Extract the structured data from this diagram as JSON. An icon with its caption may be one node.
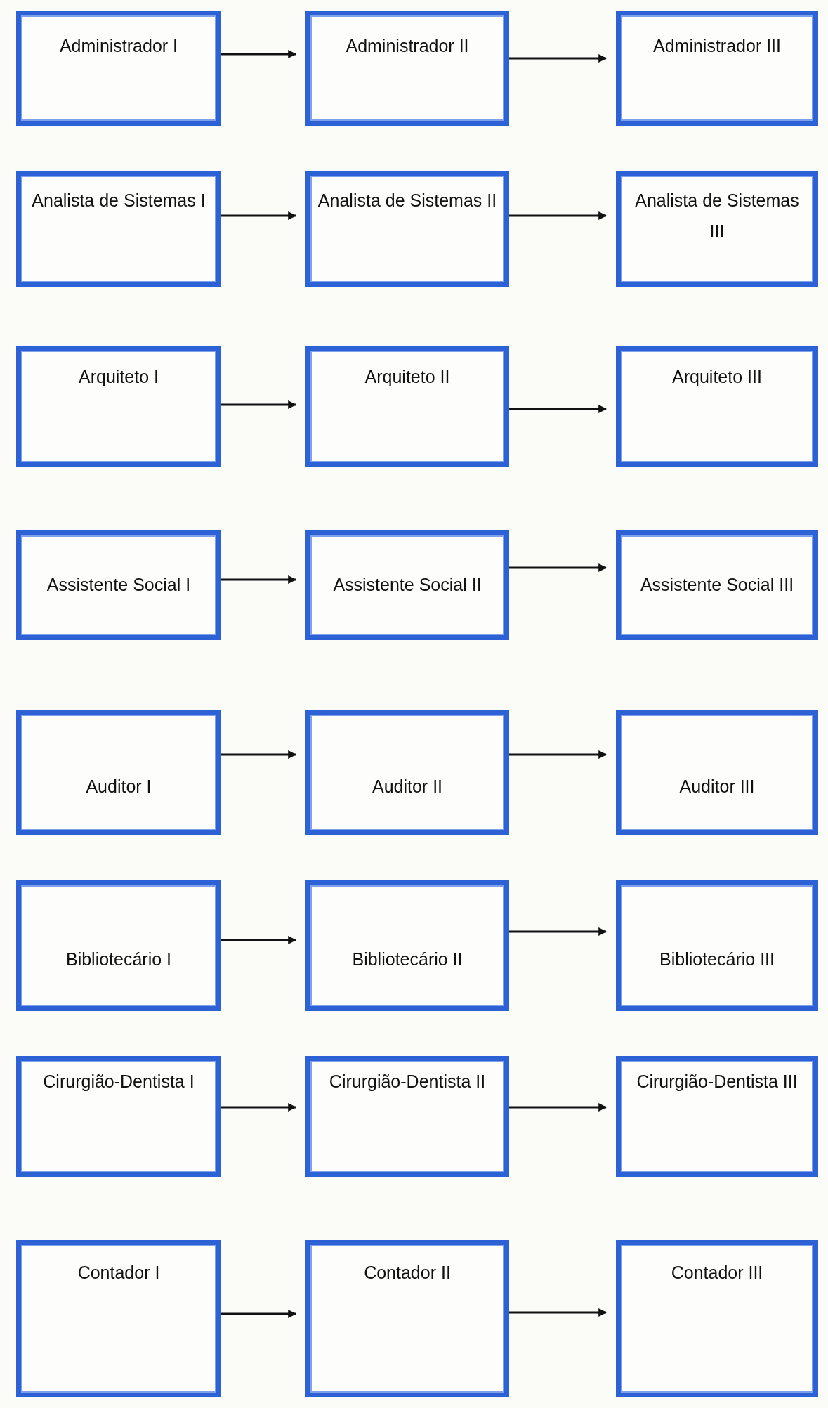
{
  "diagram": {
    "nodes": [
      {
        "text": [
          "Administrador I"
        ]
      },
      {
        "text": [
          "Administrador II"
        ]
      },
      {
        "text": [
          "Administrador III"
        ]
      },
      {
        "text": [
          "Analista de Sistemas I"
        ]
      },
      {
        "text": [
          "Analista de Sistemas II"
        ]
      },
      {
        "text": [
          "Analista de Sistemas III"
        ]
      },
      {
        "text": [
          "Arquiteto I"
        ]
      },
      {
        "text": [
          "Arquiteto II"
        ]
      },
      {
        "text": [
          "Arquiteto III"
        ]
      },
      {
        "text": [
          "Assistente Social I"
        ]
      },
      {
        "text": [
          "Assistente Social II"
        ]
      },
      {
        "text": [
          "Assistente Social III"
        ]
      },
      {
        "text": [
          "Auditor I"
        ]
      },
      {
        "text": [
          "Auditor II"
        ]
      },
      {
        "text": [
          "Auditor III"
        ]
      },
      {
        "text": [
          "Bibliotecário I"
        ]
      },
      {
        "text": [
          "Bibliotecário II"
        ]
      },
      {
        "text": [
          "Bibliotecário III"
        ]
      },
      {
        "text": [
          "Cirurgião-Dentista I"
        ]
      },
      {
        "text": [
          "Cirurgião-Dentista II"
        ]
      },
      {
        "text": [
          "Cirurgião-Dentista III"
        ]
      },
      {
        "text": [
          "Contador I"
        ]
      },
      {
        "text": [
          "Contador II"
        ]
      },
      {
        "text": [
          "Contador III"
        ]
      }
    ],
    "edges": [
      {
        "from": 0,
        "to": 1,
        "arrow": "to"
      },
      {
        "from": 1,
        "to": 2,
        "arrow": "to"
      },
      {
        "from": 3,
        "to": 4,
        "arrow": "to"
      },
      {
        "from": 4,
        "to": 5,
        "arrow": "to"
      },
      {
        "from": 6,
        "to": 7,
        "arrow": "to"
      },
      {
        "from": 7,
        "to": 8,
        "arrow": "to"
      },
      {
        "from": 9,
        "to": 10,
        "arrow": "to"
      },
      {
        "from": 10,
        "to": 11,
        "arrow": "to"
      },
      {
        "from": 12,
        "to": 13,
        "arrow": "to"
      },
      {
        "from": 13,
        "to": 14,
        "arrow": "to"
      },
      {
        "from": 15,
        "to": 16,
        "arrow": "to"
      },
      {
        "from": 16,
        "to": 17,
        "arrow": "to"
      },
      {
        "from": 18,
        "to": 19,
        "arrow": "to"
      },
      {
        "from": 19,
        "to": 20,
        "arrow": "to"
      },
      {
        "from": 21,
        "to": 22,
        "arrow": "to"
      },
      {
        "from": 22,
        "to": 23,
        "arrow": "to"
      }
    ]
  }
}
